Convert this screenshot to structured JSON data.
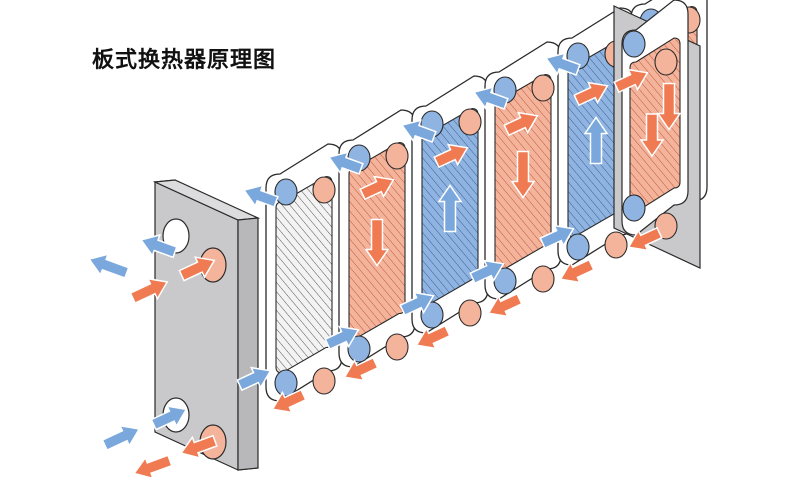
{
  "diagram": {
    "title": "板式换热器原理图",
    "colors": {
      "hot": "#f07a52",
      "cold": "#7aa7dc",
      "hot_fill": "#f4b49c",
      "cold_fill": "#8fb4e2",
      "plate_frame": "#c9c9cc",
      "outline": "#2a2a2a"
    },
    "plates": [
      {
        "id": "fixed-end-plate",
        "kind": "frame"
      },
      {
        "id": "plate-1",
        "kind": "gasket-plate",
        "medium": "none"
      },
      {
        "id": "plate-2",
        "kind": "gasket-plate",
        "medium": "hot",
        "flow": "down"
      },
      {
        "id": "plate-3",
        "kind": "gasket-plate",
        "medium": "cold",
        "flow": "up"
      },
      {
        "id": "plate-4",
        "kind": "gasket-plate",
        "medium": "hot",
        "flow": "down"
      },
      {
        "id": "plate-5",
        "kind": "gasket-plate",
        "medium": "cold",
        "flow": "up"
      },
      {
        "id": "plate-6",
        "kind": "gasket-plate",
        "medium": "hot",
        "flow": "down"
      },
      {
        "id": "pressure-end-plate",
        "kind": "frame"
      }
    ]
  }
}
